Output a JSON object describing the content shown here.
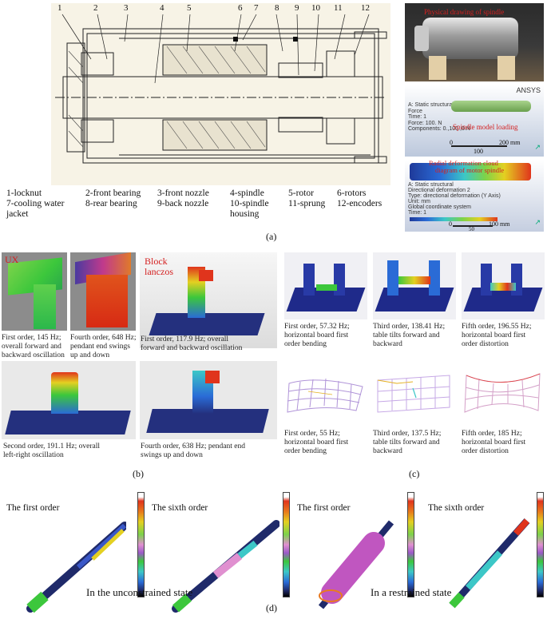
{
  "figure_a": {
    "part_numbers": [
      "1",
      "2",
      "3",
      "4",
      "5",
      "6",
      "7",
      "8",
      "9",
      "10",
      "11",
      "12"
    ],
    "legend": {
      "col1": [
        "1-locknut",
        "7-cooling water",
        "jacket"
      ],
      "col2": [
        "2-front bearing",
        "8-rear bearing"
      ],
      "col3": [
        "3-front nozzle",
        "9-back nozzle"
      ],
      "col4": [
        "4-spindle",
        "10-spindle",
        "housing"
      ],
      "col5": [
        "5-rotor",
        "11-sprung"
      ],
      "col6": [
        "6-rotors",
        "12-encoders"
      ]
    },
    "photo_label": "Physical drawing of spindle",
    "fea1": {
      "brand": "ANSYS",
      "header_lines": [
        "A: Static structural",
        "Force",
        "Time: 1",
        "Force: 100. N",
        "Components: 0.,100.,0.N"
      ],
      "callout": "Spindle model loading",
      "scale_labels": [
        "0",
        "100",
        "200 mm"
      ]
    },
    "fea2": {
      "callout_line1": "Radial deformation cloud",
      "callout_line2": "diagram of motor spindle",
      "header_lines": [
        "A: Static structural",
        "Directional deformation 2",
        "Type: directional deformation (Y Axis)",
        "Unit: mm",
        "Global coordinate system",
        "Time: 1"
      ],
      "scale_labels": [
        "0",
        "50",
        "100 mm"
      ]
    },
    "panel_label": "(a)"
  },
  "figure_b": {
    "ux_label": "UX",
    "block_label_1": "Block",
    "block_label_2": "lanczos",
    "captions": {
      "c1": [
        "First order, 145 Hz;",
        "overall forward and",
        "backward oscillation"
      ],
      "c2": [
        "Fourth order, 648 Hz;",
        "pendant end swings",
        "up and down"
      ],
      "c3": [
        "First order, 117.9 Hz; overall",
        "forward and backward oscillation"
      ],
      "c4": [
        "Second order, 191.1 Hz; overall",
        "left-right oscillation"
      ],
      "c5": [
        "Fourth order, 638 Hz; pendant end",
        "swings up and down"
      ]
    },
    "panel_label": "(b)"
  },
  "figure_c": {
    "captions": {
      "c1": [
        "First order, 57.32 Hz;",
        "horizontal board first",
        "order bending"
      ],
      "c2": [
        "Third order, 138.41 Hz;",
        "table tilts forward and",
        "backward"
      ],
      "c3": [
        "Fifth order, 196.55 Hz;",
        "horizontal board first",
        "order distortion"
      ],
      "c4": [
        "First order, 55 Hz;",
        "horizontal board first",
        "order bending"
      ],
      "c5": [
        "Third order, 137.5 Hz;",
        "table tilts forward and",
        "backward"
      ],
      "c6": [
        "Fifth order, 185 Hz;",
        "horizontal board first",
        "order distortion"
      ]
    },
    "panel_label": "(c)"
  },
  "figure_d": {
    "labels": {
      "u1": "The first order",
      "u2": "The sixth order",
      "r1": "The first order",
      "r2": "The sixth order"
    },
    "state_unconstrained": "In the unconstrained state",
    "state_restrained": "In a restrained state",
    "panel_label": "(d)"
  },
  "colors": {
    "fea_blue": "#1f3a9a",
    "fea_red": "#e0341c",
    "fea_green": "#3cc73c",
    "drawing_bg": "#f7f3e6",
    "callout_red": "#d42020"
  }
}
